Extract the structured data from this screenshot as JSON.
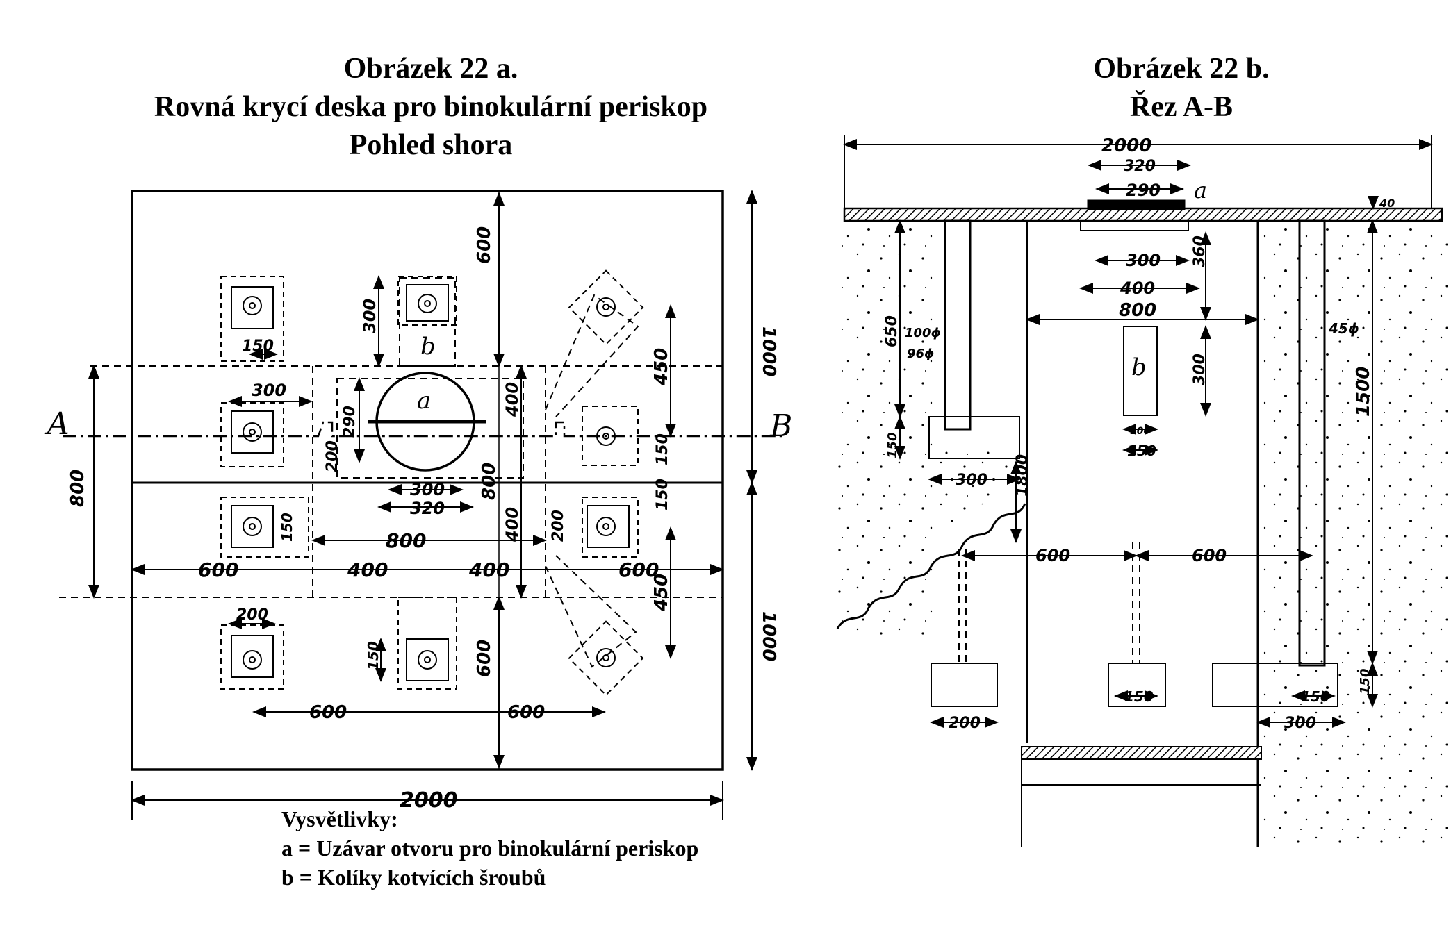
{
  "figure_a": {
    "title": "Obrázek 22 a.",
    "subtitle": "Rovná krycí deska pro binokulární periskop",
    "view": "Pohled shora",
    "section_label_left": "A",
    "section_label_right": "B",
    "part_a": "a",
    "part_b": "b",
    "dimensions": {
      "overall_width": "2000",
      "height_top": "1000",
      "height_bottom": "1000",
      "band": "800",
      "col_600_top": "600",
      "col_600_bottom": "600",
      "top_left_300": "300",
      "bolt_150_top": "150",
      "bolt_300_left": "300",
      "opening_290": "290",
      "offset_200": "200",
      "center_300": "300",
      "center_320": "320",
      "center_800": "800",
      "mid_800": "800",
      "mid_400_left": "400",
      "mid_400_right": "400",
      "right_400_upper": "400",
      "right_400_lower": "400",
      "row_600_left": "600",
      "row_600_right": "600",
      "diag_450_upper": "450",
      "diag_450_lower": "450",
      "right_150_a": "150",
      "right_150_b": "150",
      "right_200": "200",
      "left_150_mid": "150",
      "bottom_200": "200",
      "bottom_150": "150",
      "bottom_600_left": "600",
      "bottom_600_right": "600"
    }
  },
  "figure_b": {
    "title": "Obrázek 22 b.",
    "subtitle": "Řez A-B",
    "part_a": "a",
    "part_b": "b",
    "dimensions": {
      "overall_width": "2000",
      "plate_320": "320",
      "plate_290": "290",
      "thickness_40": "40",
      "under_300": "300",
      "under_400": "400",
      "depth_360": "360",
      "span_800": "800",
      "b_300": "300",
      "b_100": "100",
      "b_150": "150",
      "left_650": "650",
      "dia_100": "100ϕ",
      "dia_96": "96ϕ",
      "left_150": "150",
      "foot_300": "300",
      "depth_1800": "1800",
      "dia_45": "45ϕ",
      "right_1500": "1500",
      "span_600_left": "600",
      "span_600_right": "600",
      "foot_200": "200",
      "foot_150_mid": "150",
      "foot_150_right": "150",
      "right_150_v": "150",
      "foot_300_right": "300"
    }
  },
  "legend": {
    "heading": "Vysvětlivky:",
    "item_a": "a = Uzávar otvoru pro binokulární periskop",
    "item_b": "b = Kolíky kotvících šroubů"
  }
}
